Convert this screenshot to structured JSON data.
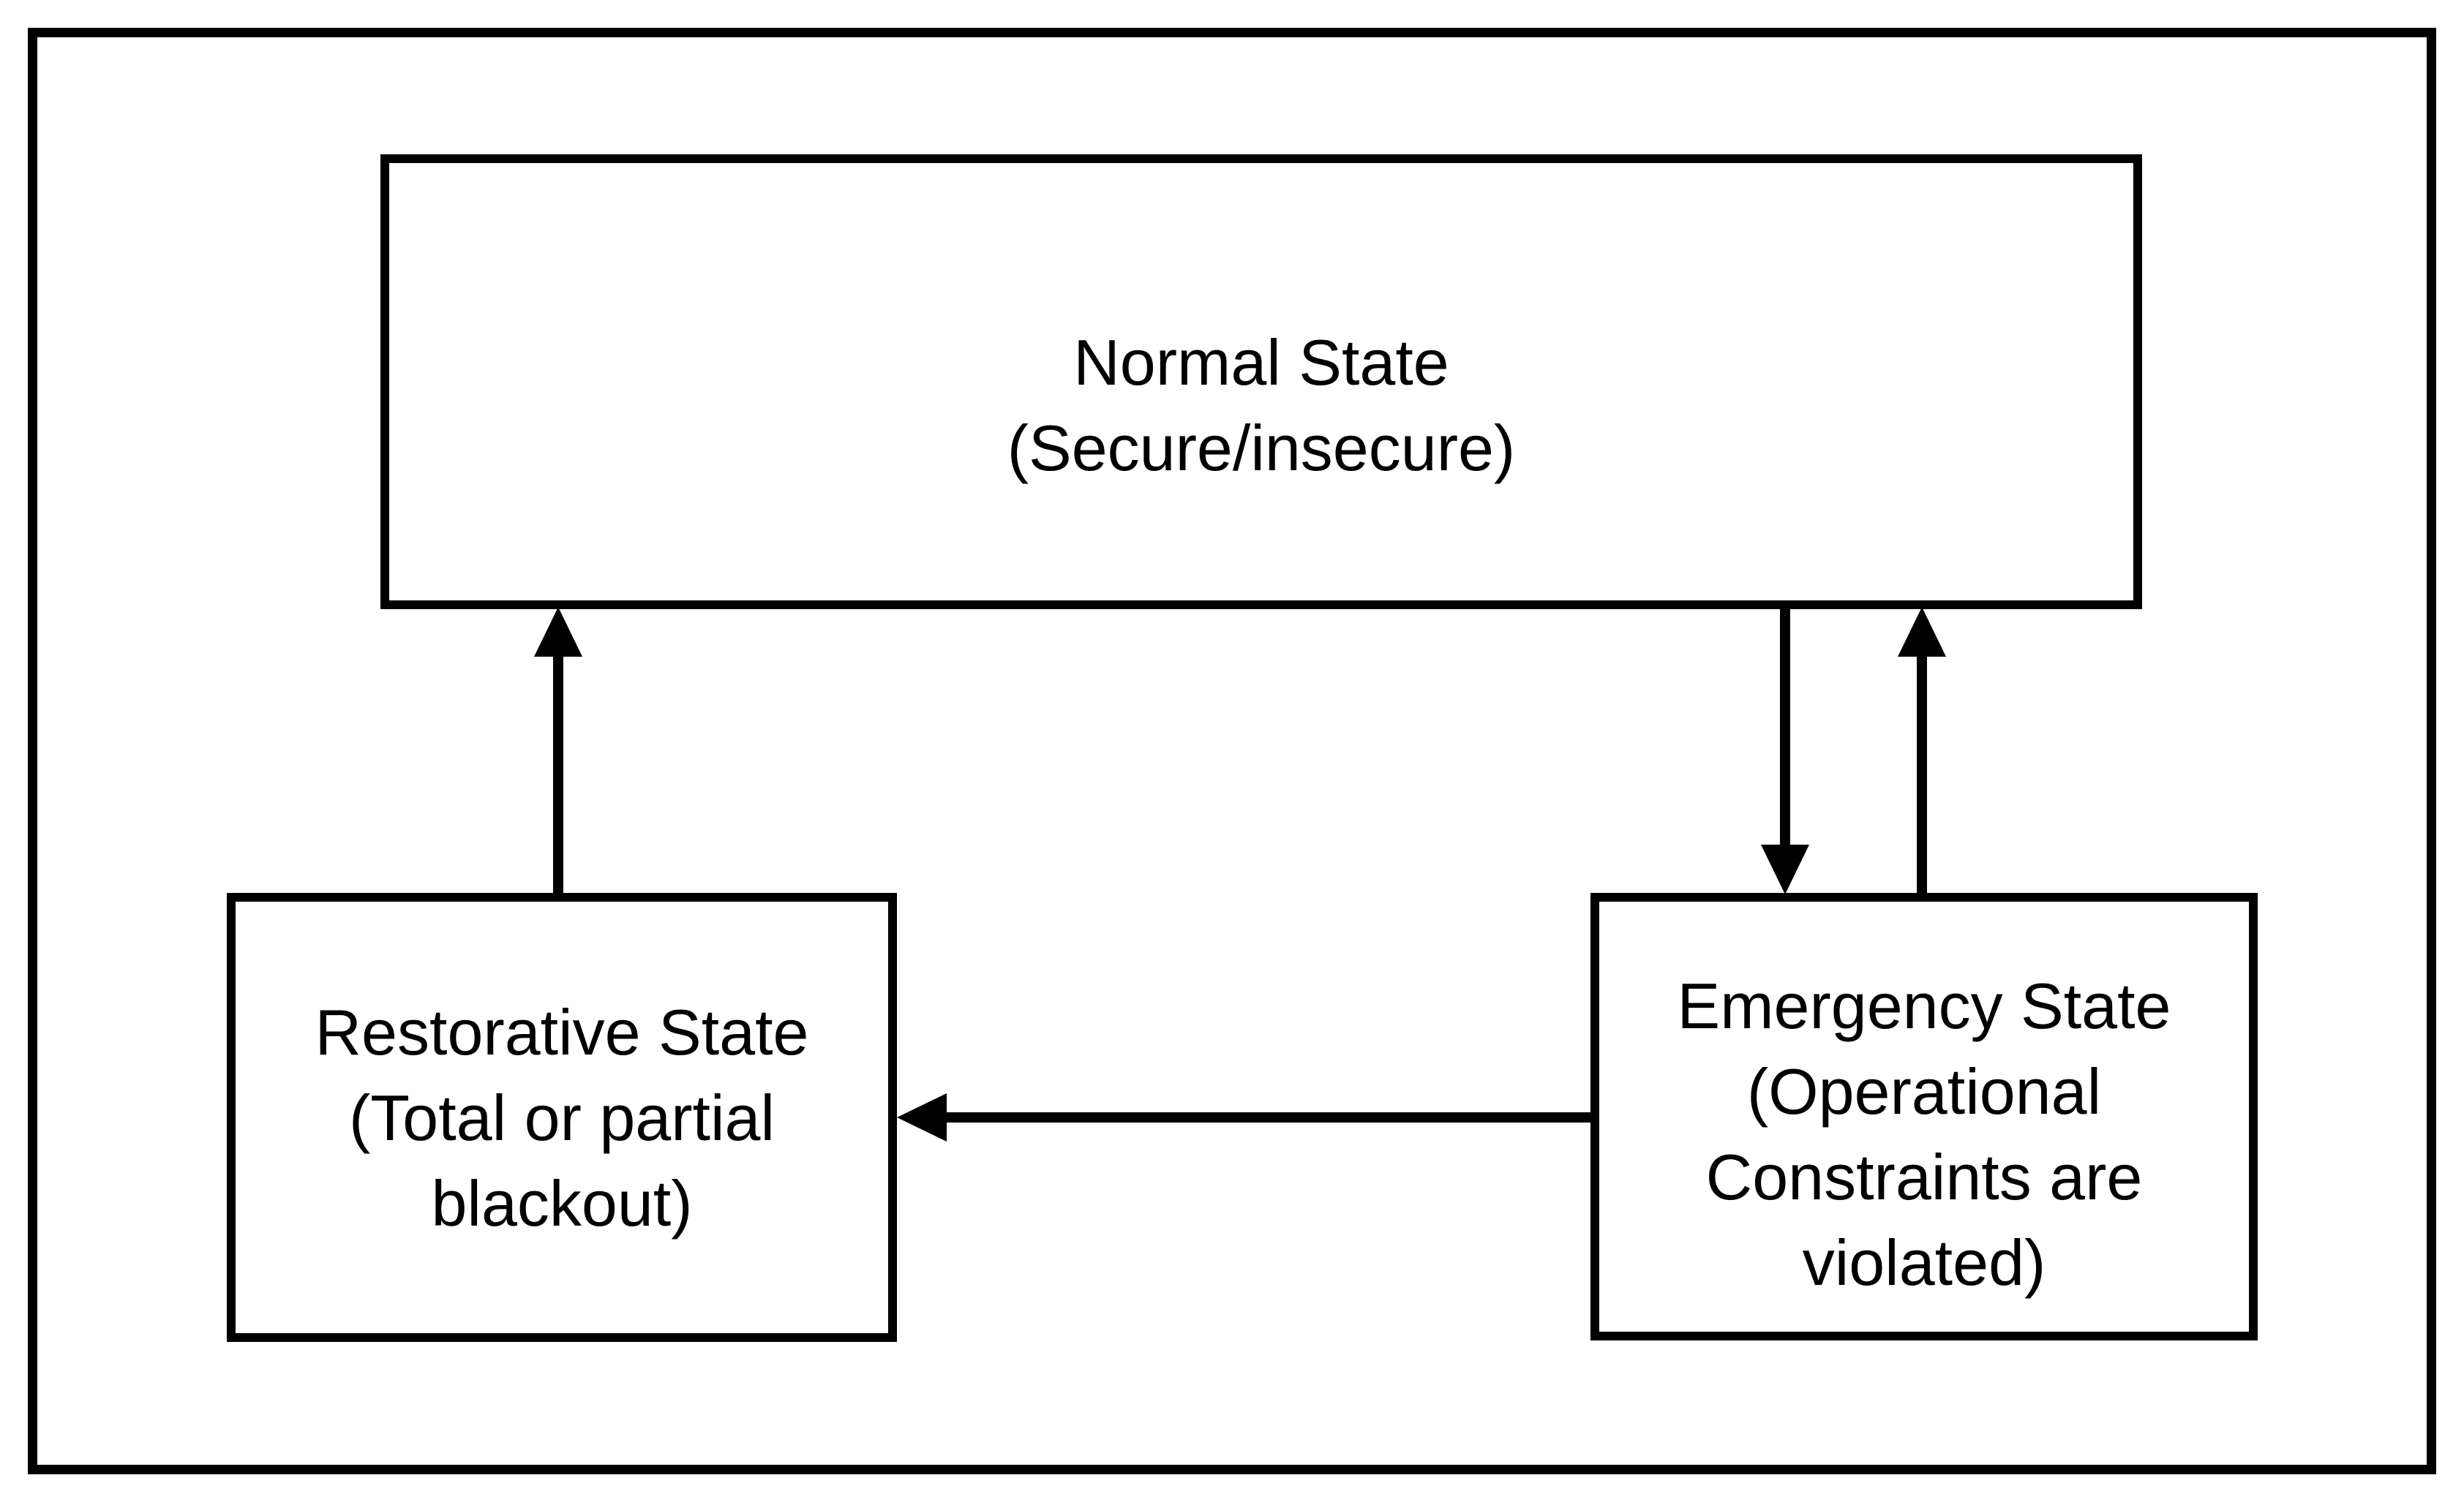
{
  "diagram": {
    "title": "Power system operating states diagram",
    "background_color": "#ffffff",
    "line_color": "#000000",
    "text_color": "#000000",
    "nodes": {
      "normal": {
        "label": "Normal State\n(Secure/insecure)"
      },
      "restorative": {
        "label": "Restorative State\n(Total or partial\nblackout)"
      },
      "emergency": {
        "label": "Emergency State\n(Operational\nConstraints are\nviolated)"
      }
    },
    "edges": [
      {
        "from": "restorative",
        "to": "normal",
        "direction": "up"
      },
      {
        "from": "normal",
        "to": "emergency",
        "direction": "down"
      },
      {
        "from": "emergency",
        "to": "normal",
        "direction": "up"
      },
      {
        "from": "emergency",
        "to": "restorative",
        "direction": "left"
      }
    ]
  }
}
